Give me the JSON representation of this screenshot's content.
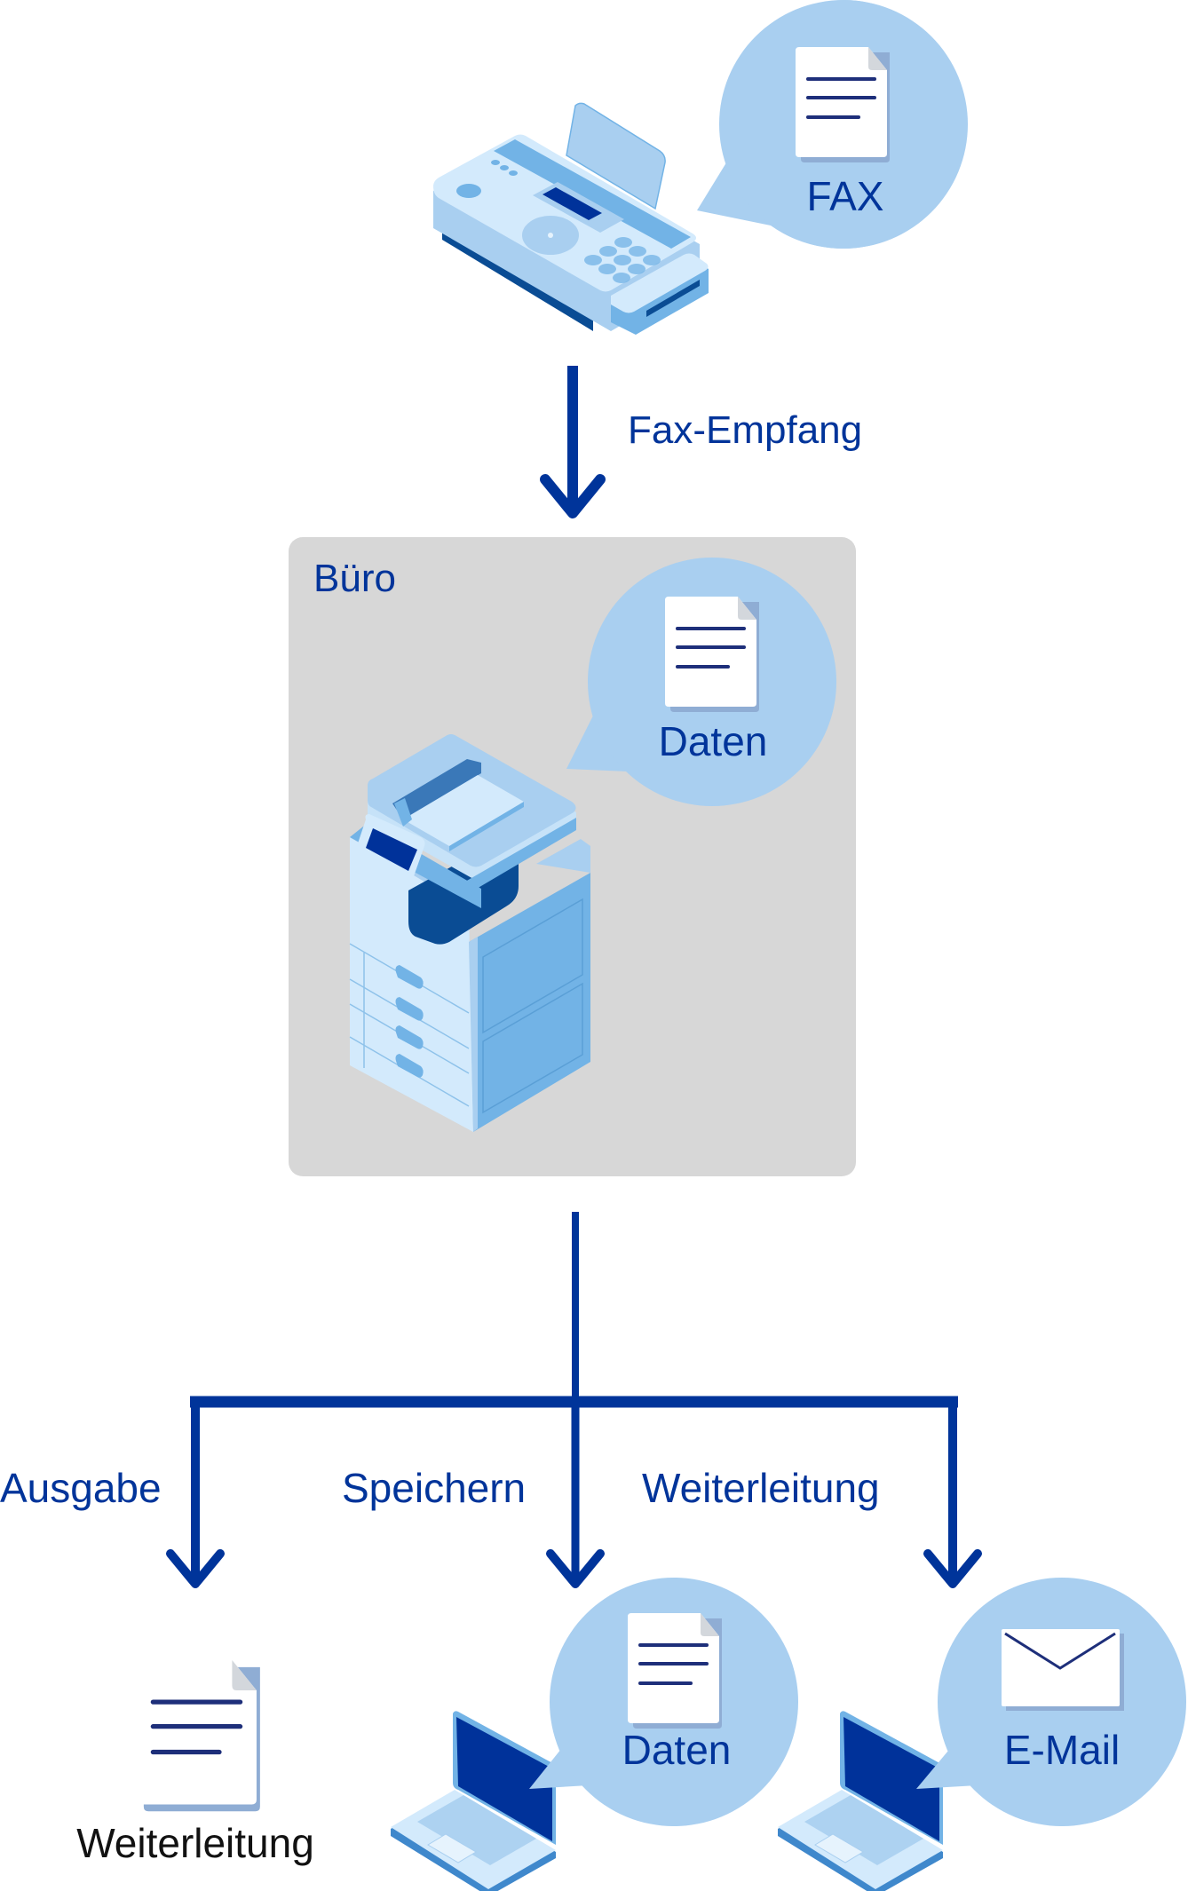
{
  "colors": {
    "primary_blue": "#00349a",
    "bubble_blue": "#a9cff0",
    "office_box_gray": "#d7d7d7",
    "device_light": "#d3eafc",
    "device_mid": "#a9cff0",
    "device_accent": "#72b3e6",
    "device_dark": "#0a4c94",
    "screen_dark": "#00329a",
    "doc_line": "#1e2f7a",
    "doc_shadow": "#8fadd4"
  },
  "top": {
    "device": "fax-machine",
    "bubble": {
      "icon": "document-icon",
      "label": "FAX"
    }
  },
  "flow_receive": {
    "label": "Fax-Empfang"
  },
  "office": {
    "title": "Büro",
    "device": "multifunction-printer",
    "bubble": {
      "icon": "document-icon",
      "label": "Daten"
    }
  },
  "branches": [
    {
      "label": "Ausgabe",
      "target": {
        "icon": "document-icon",
        "caption": "Weiterleitung"
      }
    },
    {
      "label": "Speichern",
      "target": {
        "device": "laptop",
        "bubble": {
          "icon": "document-icon",
          "label": "Daten"
        }
      }
    },
    {
      "label": "Weiterleitung",
      "target": {
        "device": "laptop",
        "bubble": {
          "icon": "envelope-icon",
          "label": "E-Mail"
        }
      }
    }
  ]
}
